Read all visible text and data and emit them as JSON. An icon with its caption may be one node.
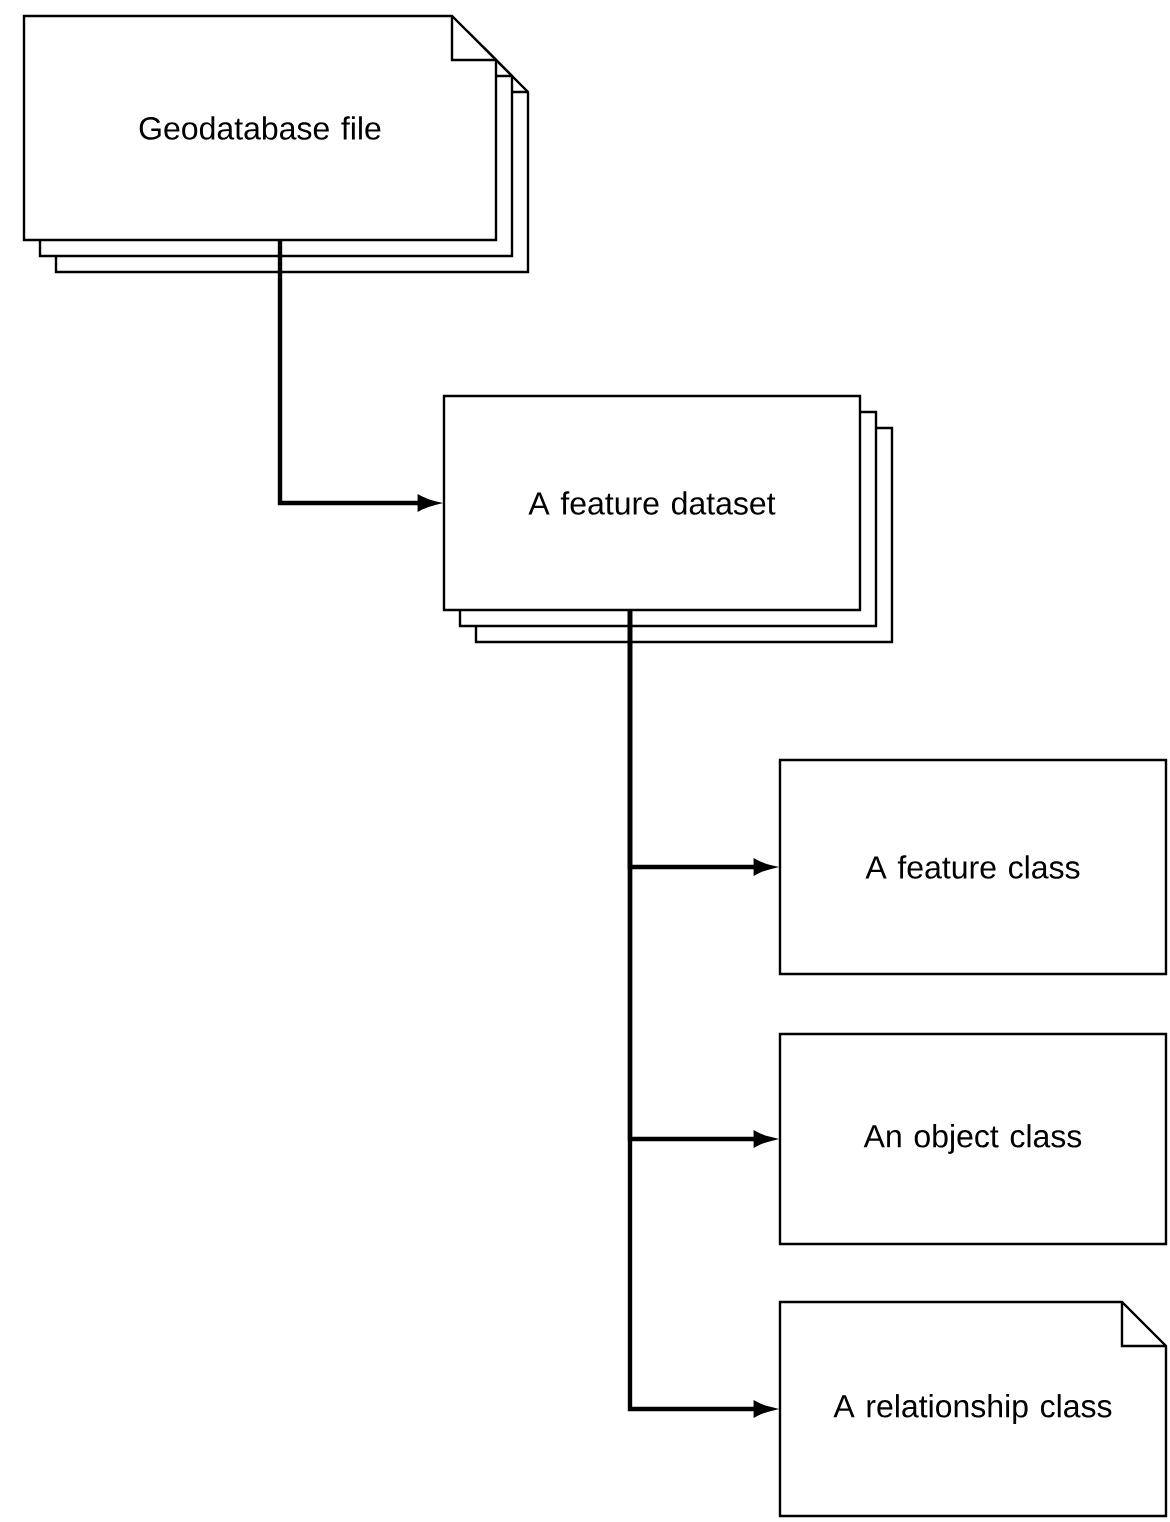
{
  "diagram": {
    "nodes": [
      {
        "text": [
          "Geodatabase file"
        ]
      },
      {
        "text": [
          "A feature dataset"
        ]
      },
      {
        "text": [
          "A feature class"
        ]
      },
      {
        "text": [
          "An object class"
        ]
      },
      {
        "text": [
          "A relationship class"
        ]
      }
    ],
    "edges": [
      {
        "from": 0,
        "to": 1,
        "arrow": "to"
      },
      {
        "from": 1,
        "to": 2,
        "arrow": "to"
      },
      {
        "from": 1,
        "to": 3,
        "arrow": "to"
      },
      {
        "from": 1,
        "to": 4,
        "arrow": "to"
      }
    ]
  }
}
